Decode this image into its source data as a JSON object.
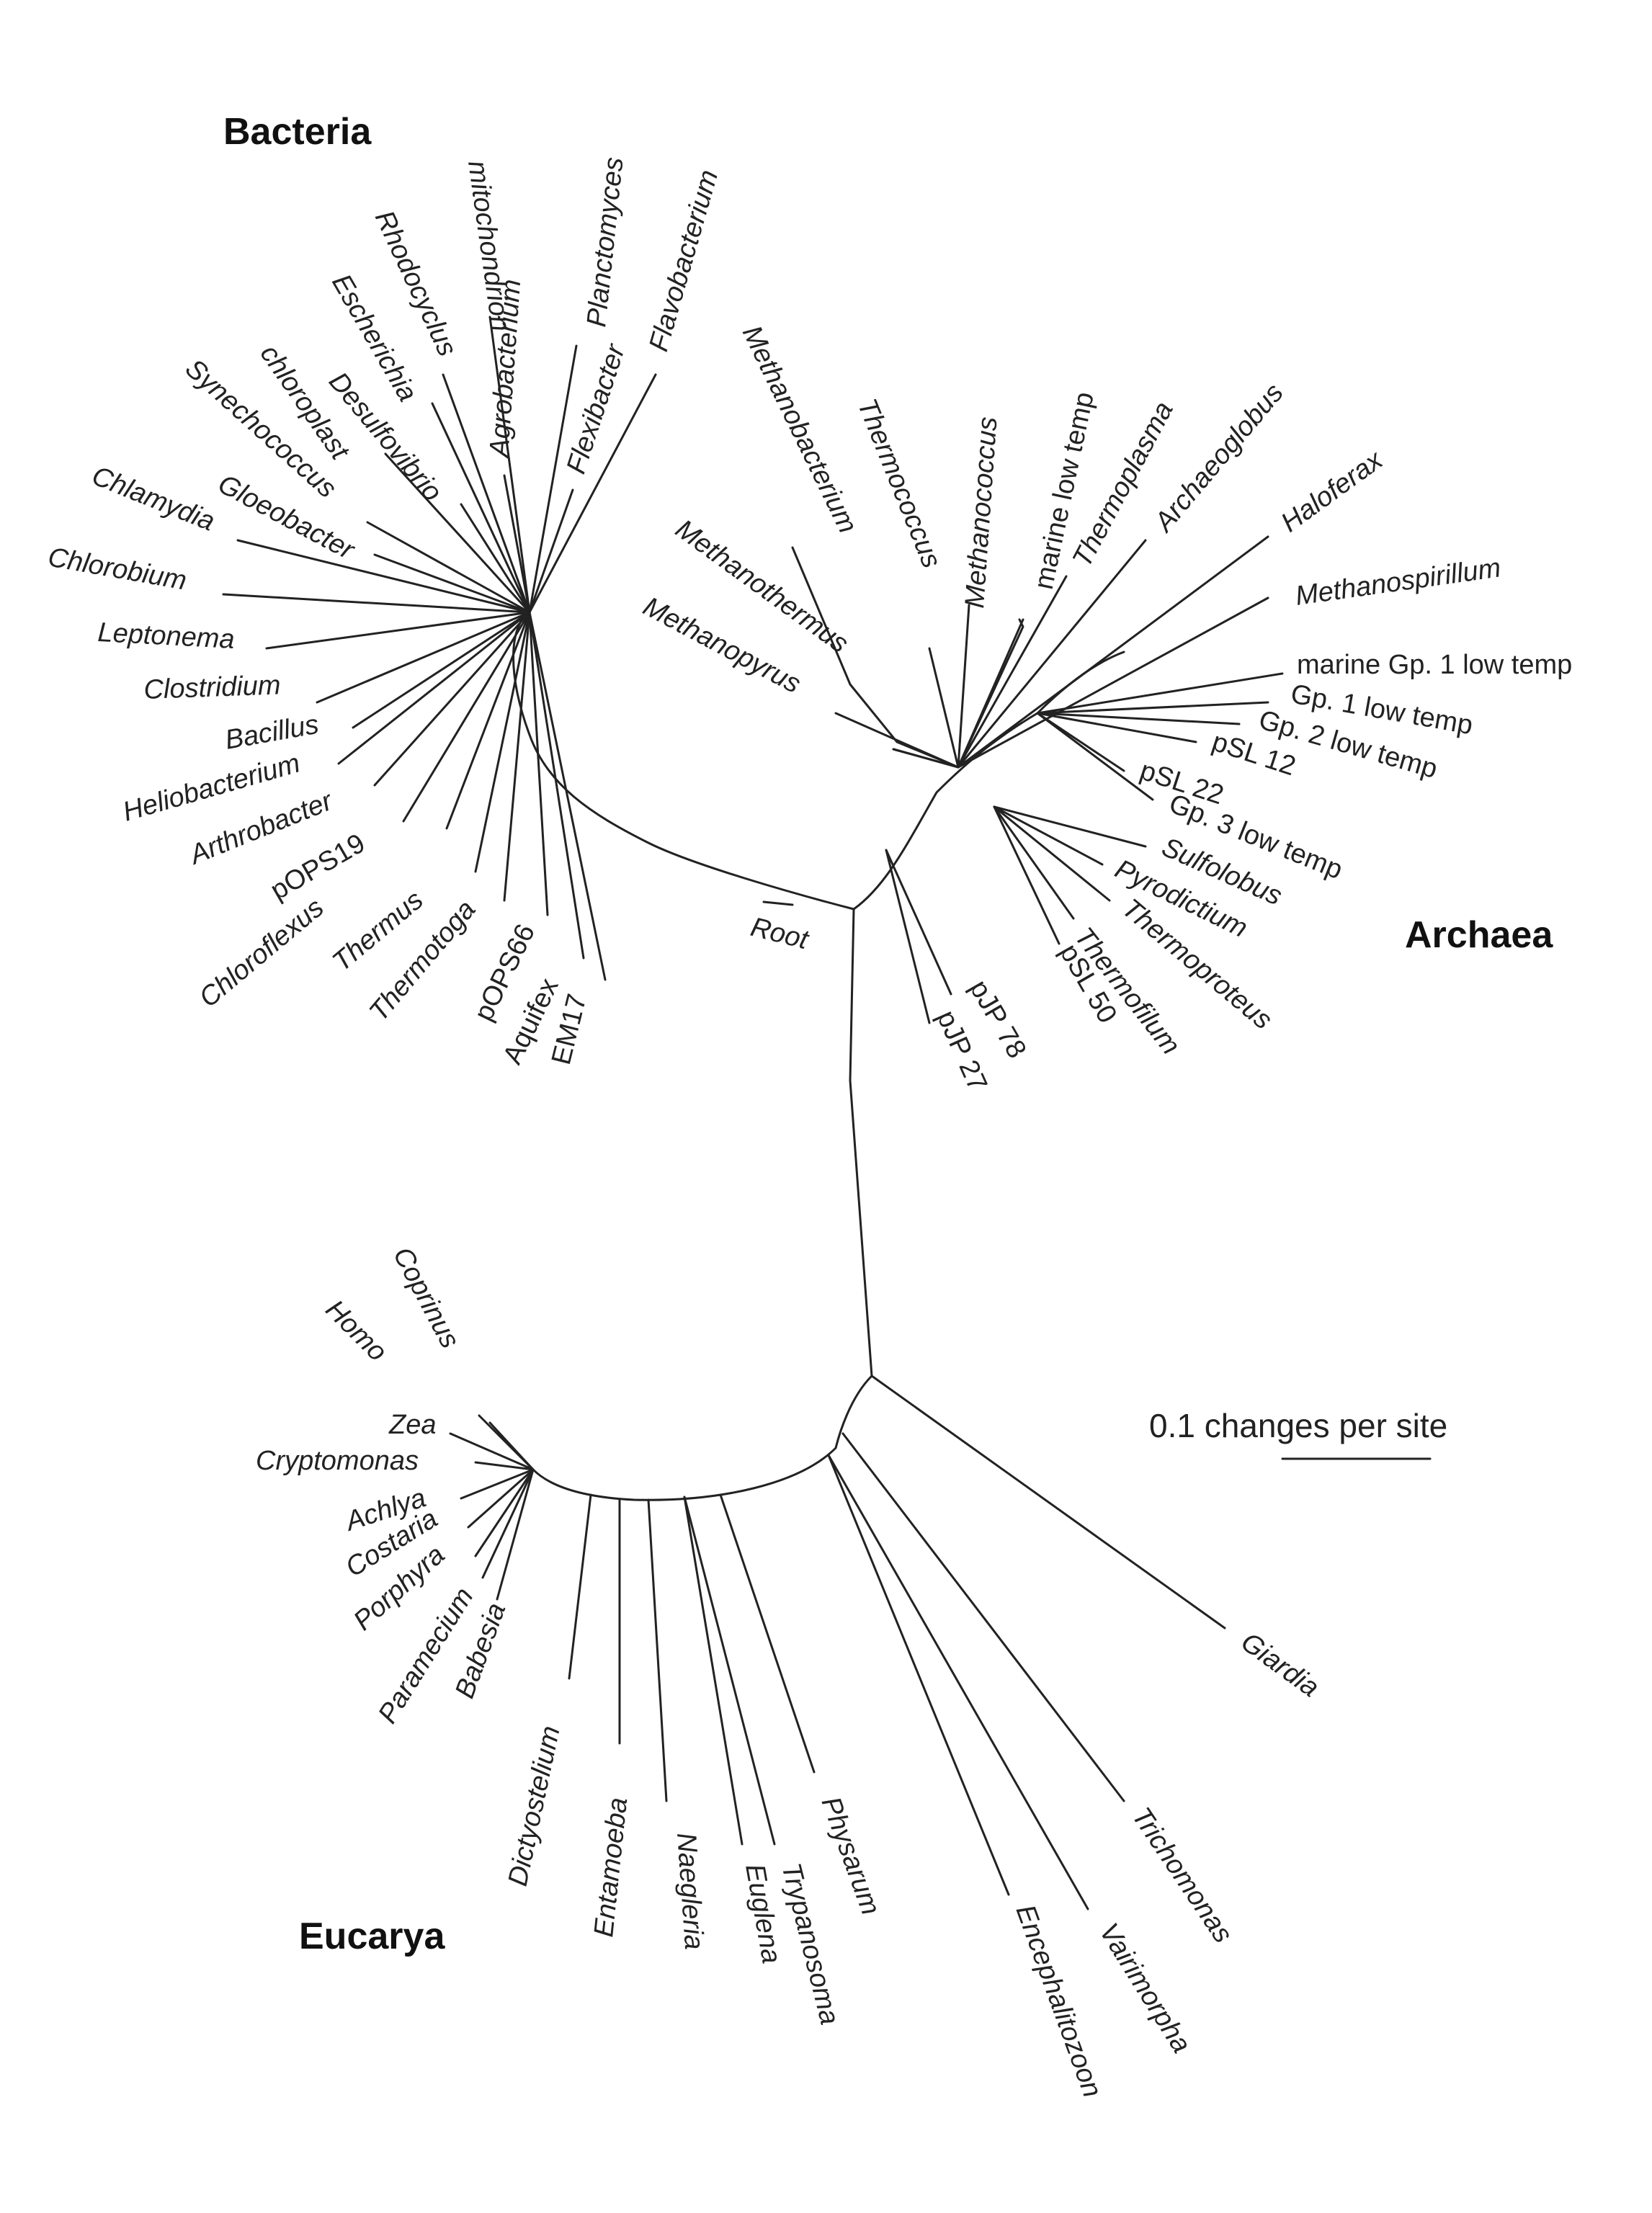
{
  "domains": {
    "bacteria": "Bacteria",
    "archaea": "Archaea",
    "eucarya": "Eucarya"
  },
  "root_label": "Root",
  "scale_bar": {
    "label": "0.1 changes per site",
    "value": 0.1
  },
  "taxa": {
    "bacteria": [
      "Planctomyces",
      "mitochondrion",
      "Flavobacterium",
      "Rhodocyclus",
      "Escherichia",
      "Agrobacterium",
      "Flexibacter",
      "chloroplast",
      "Desulfovibrio",
      "Synechococcus",
      "Gloeobacter",
      "Chlamydia",
      "Chlorobium",
      "Leptonema",
      "Clostridium",
      "Bacillus",
      "Heliobacterium",
      "Arthrobacter",
      "pOPS19",
      "Chloroflexus",
      "Thermus",
      "Thermotoga",
      "pOPS66",
      "Aquifex",
      "EM17"
    ],
    "archaea": [
      "Methanobacterium",
      "Thermococcus",
      "Methanococcus",
      "marine low temp",
      "Thermoplasma",
      "Archaeoglobus",
      "Haloferax",
      "Methanospirillum",
      "Methanothermus",
      "Methanopyrus",
      "marine Gp. 1 low temp",
      "Gp. 1 low temp",
      "Gp. 2 low temp",
      "pSL 12",
      "pSL 22",
      "Gp. 3 low temp",
      "Sulfolobus",
      "Pyrodictium",
      "Thermoproteus",
      "Thermofilum",
      "pSL 50",
      "pJP 78",
      "pJP 27"
    ],
    "eucarya": [
      "Coprinus",
      "Homo",
      "Zea",
      "Cryptomonas",
      "Achlya",
      "Costaria",
      "Porphyra",
      "Paramecium",
      "Babesia",
      "Dictyostelium",
      "Entamoeba",
      "Naegleria",
      "Euglena",
      "Trypanosoma",
      "Physarum",
      "Encephalitozoon",
      "Vairimorpha",
      "Trichomonas",
      "Giardia"
    ]
  }
}
